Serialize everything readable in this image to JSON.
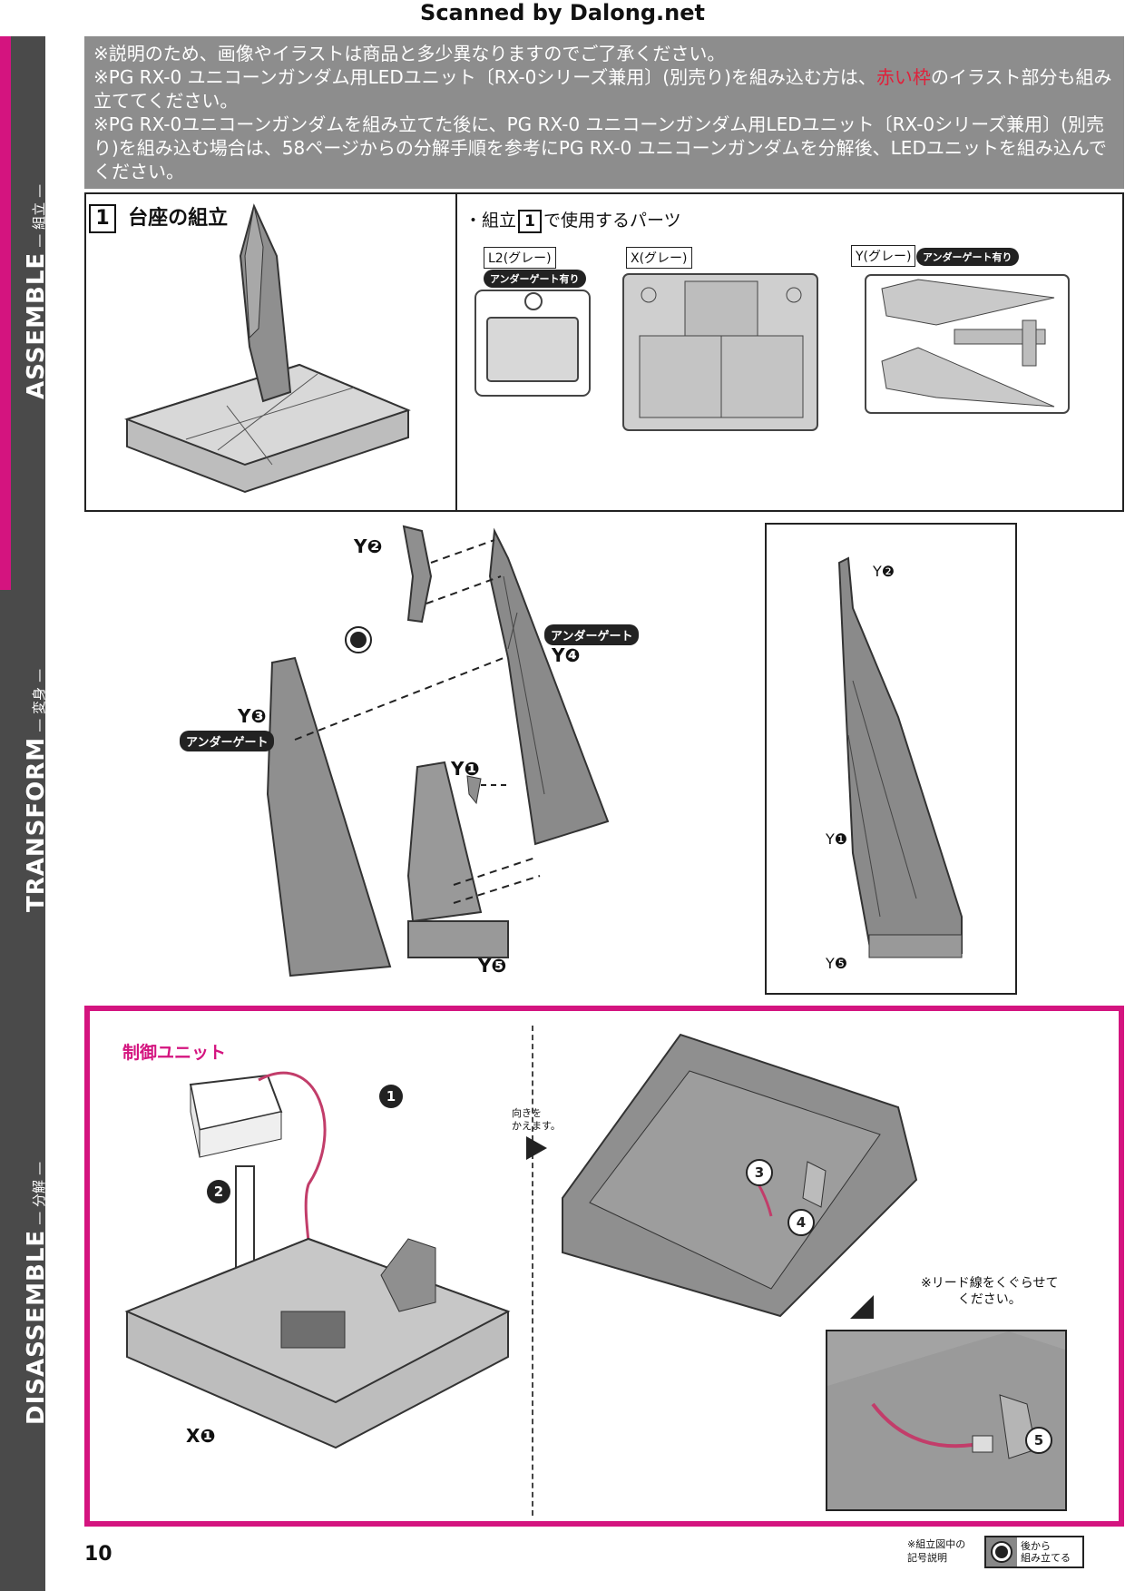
{
  "watermark": "Scanned by Dalong.net",
  "colors": {
    "accent": "#d4147f",
    "note_bg": "#8d8d8d",
    "warning_red": "#e0203a"
  },
  "sidebar": {
    "assemble": "ASSEMBLE",
    "assemble_sub": "組立",
    "transform": "TRANSFORM",
    "transform_sub": "変身",
    "disassemble": "DISASSEMBLE",
    "disassemble_sub": "分解"
  },
  "notes": {
    "line1": "※説明のため、画像やイラストは商品と多少異なりますのでご了承ください。",
    "line2a": "※PG RX-0 ユニコーンガンダム用LEDユニット〔RX-0シリーズ兼用〕(別売り)を組み込む方は、",
    "line2_red": "赤い枠",
    "line2b": "のイラスト部分も組み立ててください。",
    "line3": "※PG RX-0ユニコーンガンダムを組み立てた後に、PG RX-0 ユニコーンガンダム用LEDユニット〔RX-0シリーズ兼用〕(別売り)を組み込む場合は、58ページからの分解手順を参考にPG RX-0 ユニコーンガンダムを分解後、LEDユニットを組み込んでください。"
  },
  "step1": {
    "number": "1",
    "title": "台座の組立",
    "parts_intro_a": "・組立",
    "parts_intro_b": "で使用するパーツ",
    "runners": [
      {
        "name": "L2(グレー)",
        "badge": "アンダーゲート有り"
      },
      {
        "name": "X(グレー)",
        "badge": ""
      },
      {
        "name": "Y(グレー)",
        "badge": "アンダーゲート有り"
      }
    ]
  },
  "assembly": {
    "labels": {
      "y2": "Y❷",
      "y3": "Y❸",
      "y4": "Y❹",
      "y1": "Y❶",
      "y5": "Y❺",
      "under_gate": "アンダーゲート"
    },
    "completed": {
      "y2": "Y❷",
      "y1": "Y❶",
      "y5": "Y❺"
    }
  },
  "led": {
    "control_unit": "制御ユニット",
    "step_1": "1",
    "step_2": "2",
    "step_3": "3",
    "step_4": "4",
    "step_5": "5",
    "x1": "X❶",
    "turn_a": "向きを",
    "turn_b": "かえます。",
    "lead_note_a": "※リード線をくぐらせて",
    "lead_note_b": "ください。"
  },
  "footer": {
    "page": "10",
    "legend_a": "※組立図中の",
    "legend_b": "記号説明",
    "later_a": "後から",
    "later_b": "組み立てる"
  }
}
